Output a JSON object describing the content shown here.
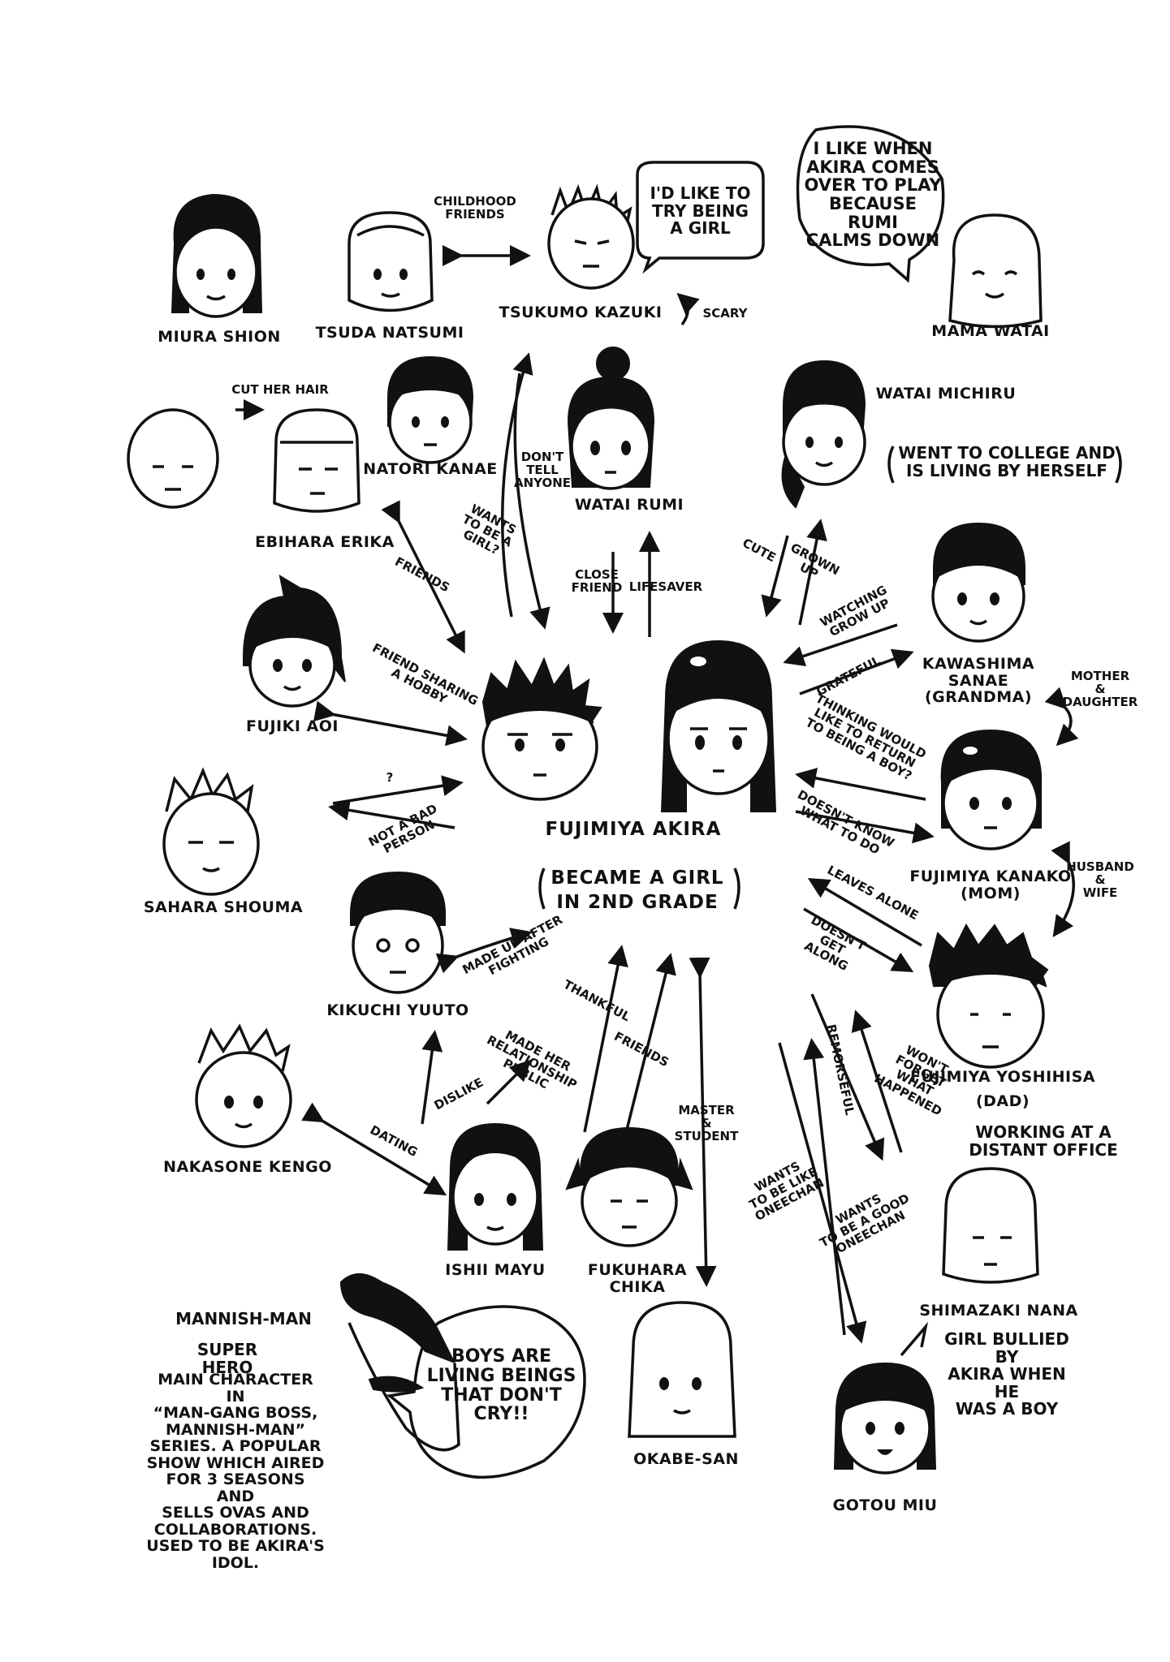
{
  "center": {
    "name": "FUJIMIYA AKIRA",
    "subtitle": "BECAME A GIRL\nIN 2ND GRADE"
  },
  "characters": {
    "miura_shion": "MIURA SHION",
    "tsuda_natsumi": "TSUDA NATSUMI",
    "tsukumo_kazuki": "TSUKUMO KAZUKI",
    "mama_watai": "MAMA WATAI",
    "natori_kanae": "NATORI KANAE",
    "ebihara_erika": "EBIHARA ERIKA",
    "watai_rumi": "WATAI RUMI",
    "watai_michiru": "WATAI MICHIRU",
    "kawashima_sanae": "KAWASHIMA\nSANAE\n(GRANDMA)",
    "fujiki_aoi": "FUJIKI AOI",
    "fujimiya_kanako": "FUJIMIYA KANAKO\n(MOM)",
    "sahara_shouma": "SAHARA SHOUMA",
    "kikuchi_yuuto": "KIKUCHI YUUTO",
    "fujimiya_yoshihisa": "FUJIMIYA YOSHIHISA\n(DAD)",
    "nakasone_kengo": "NAKASONE KENGO",
    "ishii_mayu": "ISHII MAYU",
    "fukuhara_chika": "FUKUHARA CHIKA",
    "shimazaki_nana": "SHIMAZAKI NANA",
    "okabe_san": "OKABE-SAN",
    "gotou_miu": "GOTOU MIU"
  },
  "relations": {
    "childhood_friends": "CHILDHOOD\nFRIENDS",
    "scary": "SCARY",
    "cut_her_hair": "CUT HER HAIR",
    "dont_tell": "DON'T\nTELL\nANYONE",
    "wants_girl": "WANTS\nTO BE A\nGIRL?",
    "close_friend": "CLOSE\nFRIEND",
    "lifesaver": "LIFESAVER",
    "cute": "CUTE",
    "grown_up": "GROWN\nUP",
    "friends_erika": "FRIENDS",
    "watching": "WATCHING\nGROW UP",
    "grateful": "GRATEFUL",
    "mother_daughter": "MOTHER\n&\nDAUGHTER",
    "friend_hobby": "FRIEND SHARING\nA HOBBY",
    "thinking": "THINKING WOULD\nLIKE TO RETURN\nTO BEING A BOY?",
    "doesnt_know": "DOESN'T KNOW\nWHAT TO DO",
    "question": "?",
    "not_bad": "NOT A BAD\nPERSON",
    "husband_wife": "HUSBAND\n&\nWIFE",
    "leaves_alone": "LEAVES ALONE",
    "doesnt_get_along": "DOESN'T\nGET ALONG",
    "made_up": "MADE UP AFTER\nFIGHTING",
    "thankful": "THANKFUL",
    "friends_chika": "FRIENDS",
    "made_public": "MADE HER\nRELATIONSHIP\nPUBLIC",
    "dislike": "DISLIKE",
    "master_student": "MASTER\n&\nSTUDENT",
    "remorseful": "REMORSEFUL",
    "wont_forget": "WON'T\nFORGET\nWHAT HAPPENED",
    "dating": "DATING",
    "wants_like": "WANTS\nTO BE LIKE\nONEECHAN",
    "wants_good": "WANTS\nTO BE A GOOD\nONEECHAN"
  },
  "notes": {
    "michiru_note": "WENT TO COLLEGE AND\nIS LIVING BY HERSELF",
    "yoshihisa_note": "WORKING AT A\nDISTANT OFFICE",
    "gotou_note": "GIRL BULLIED BY\nAKIRA WHEN HE\nWAS A BOY",
    "mannish_title": "MANNISH-MAN",
    "mannish_sub": "SUPER HERO",
    "mannish_desc": "MAIN CHARACTER IN\n“MAN-GANG BOSS,\nMANNISH-MAN”\nSERIES. A POPULAR\nSHOW WHICH AIRED\nFOR 3 SEASONS AND\nSELLS OVAS AND\nCOLLABORATIONS.\nUSED TO BE AKIRA'S\nIDOL."
  },
  "bubbles": {
    "kazuki": "I'D LIKE TO\nTRY BEING\nA GIRL",
    "mama": "I LIKE WHEN\nAKIRA COMES\nOVER TO PLAY\nBECAUSE RUMI\nCALMS DOWN",
    "mannish": "BOYS ARE\nLIVING BEINGS\nTHAT DON'T\nCRY!!"
  }
}
